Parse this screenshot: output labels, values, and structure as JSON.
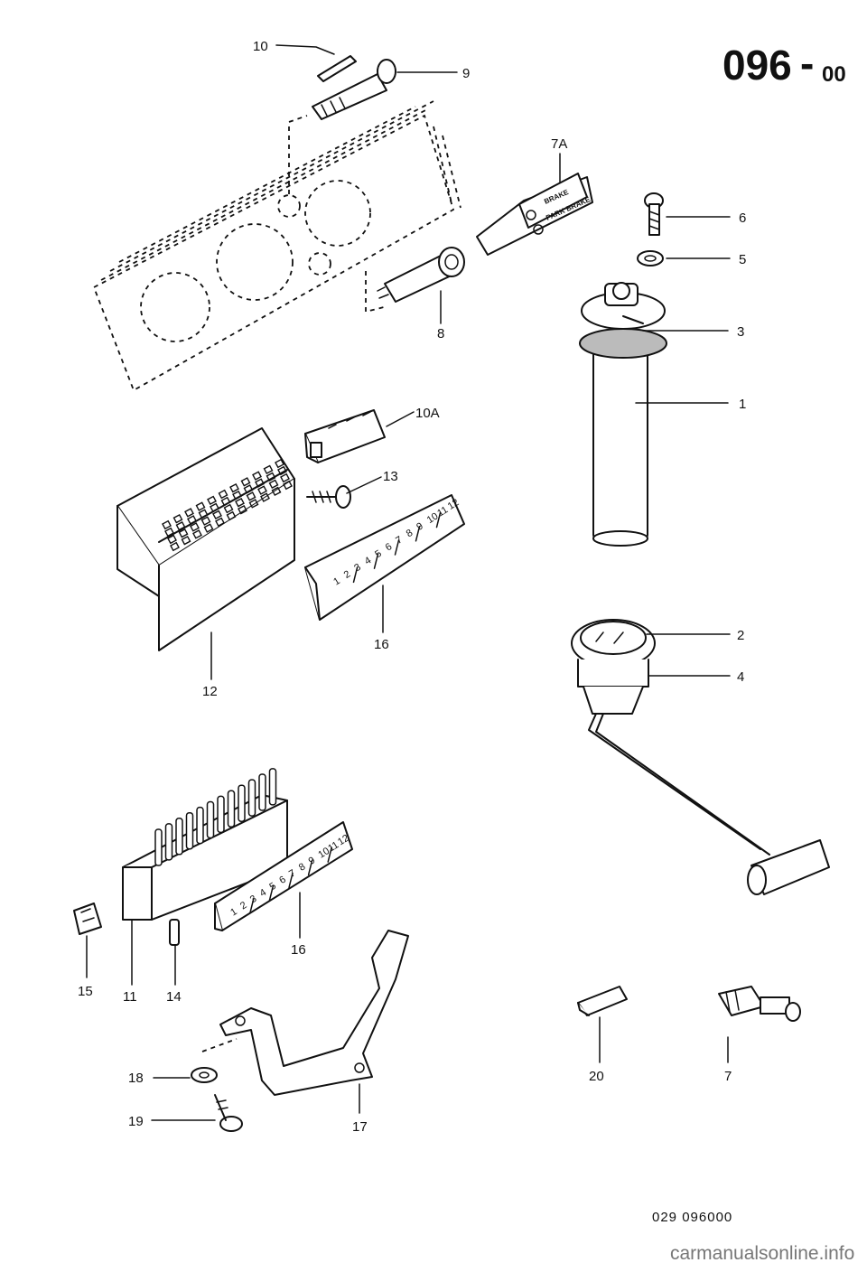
{
  "page": {
    "code_main": "096",
    "code_dash": "-",
    "code_sub": "00",
    "part_number": "029  096000",
    "watermark": "carmanualsonline.info"
  },
  "callouts": [
    {
      "id": "c10",
      "text": "10"
    },
    {
      "id": "c9",
      "text": "9"
    },
    {
      "id": "c7a",
      "text": "7A"
    },
    {
      "id": "c6",
      "text": "6"
    },
    {
      "id": "c5",
      "text": "5"
    },
    {
      "id": "c3",
      "text": "3"
    },
    {
      "id": "c8",
      "text": "8"
    },
    {
      "id": "c1",
      "text": "1"
    },
    {
      "id": "c10a",
      "text": "10A"
    },
    {
      "id": "c13",
      "text": "13"
    },
    {
      "id": "c16a",
      "text": "16"
    },
    {
      "id": "c12",
      "text": "12"
    },
    {
      "id": "c2",
      "text": "2"
    },
    {
      "id": "c4",
      "text": "4"
    },
    {
      "id": "c16b",
      "text": "16"
    },
    {
      "id": "c15",
      "text": "15"
    },
    {
      "id": "c11",
      "text": "11"
    },
    {
      "id": "c14",
      "text": "14"
    },
    {
      "id": "c20",
      "text": "20"
    },
    {
      "id": "c7",
      "text": "7"
    },
    {
      "id": "c18",
      "text": "18"
    },
    {
      "id": "c19",
      "text": "19"
    },
    {
      "id": "c17",
      "text": "17"
    }
  ],
  "part_markings": {
    "warning_brake": "BRAKE",
    "warning_park": "PARK BRAKE",
    "fuse_label_upper": [
      "1",
      "2",
      "3",
      "4",
      "5",
      "6",
      "7",
      "8",
      "9",
      "10",
      "11",
      "12"
    ],
    "fuse_label_lower": [
      "1",
      "2",
      "3",
      "4",
      "5",
      "6",
      "7",
      "8",
      "9",
      "10",
      "11",
      "12"
    ]
  }
}
